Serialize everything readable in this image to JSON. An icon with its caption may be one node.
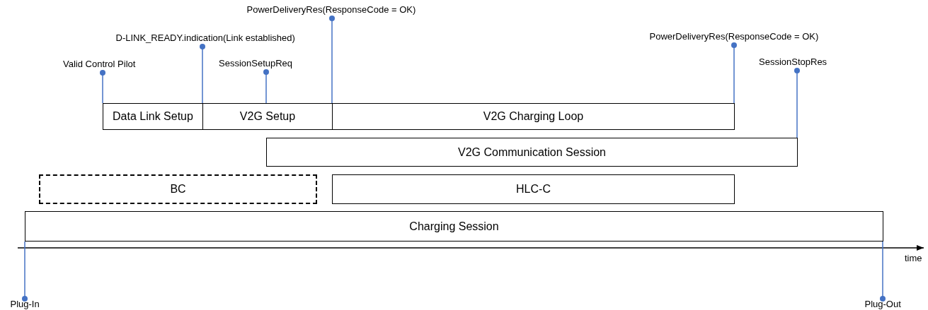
{
  "diagram": {
    "nodes": [
      {
        "text": [
          "PowerDeliveryRes(ResponseCode = OK)"
        ]
      },
      {
        "text": [
          "D-LINK_READY.indication(Link established)"
        ]
      },
      {
        "text": [
          "PowerDeliveryRes(ResponseCode = OK)"
        ]
      },
      {
        "text": [
          "Valid Control Pilot"
        ]
      },
      {
        "text": [
          "SessionSetupReq"
        ]
      },
      {
        "text": [
          "SessionStopRes"
        ]
      },
      {
        "text": [
          "Data Link Setup"
        ]
      },
      {
        "text": [
          "V2G Setup"
        ]
      },
      {
        "text": [
          "V2G Charging Loop"
        ]
      },
      {
        "text": [
          "V2G Communication Session"
        ]
      },
      {
        "text": [
          "BC"
        ]
      },
      {
        "text": [
          "HLC-C"
        ]
      },
      {
        "text": [
          "Charging Session"
        ]
      },
      {
        "text": [
          "Plug-In"
        ]
      },
      {
        "text": [
          "Plug-Out"
        ]
      }
    ],
    "edges": [
      {
        "from": 3,
        "to": 6,
        "arrow": "other"
      },
      {
        "from": 1,
        "to": 7,
        "arrow": "other"
      },
      {
        "from": 4,
        "to": 7,
        "arrow": "other"
      },
      {
        "from": 0,
        "to": 8,
        "arrow": "other"
      },
      {
        "from": 2,
        "to": 8,
        "arrow": "other"
      },
      {
        "from": 5,
        "to": 9,
        "arrow": "other"
      },
      {
        "from": 13,
        "to": 12,
        "arrow": "other"
      },
      {
        "from": 14,
        "to": 12,
        "arrow": "other"
      }
    ],
    "labels": [
      "time"
    ]
  }
}
